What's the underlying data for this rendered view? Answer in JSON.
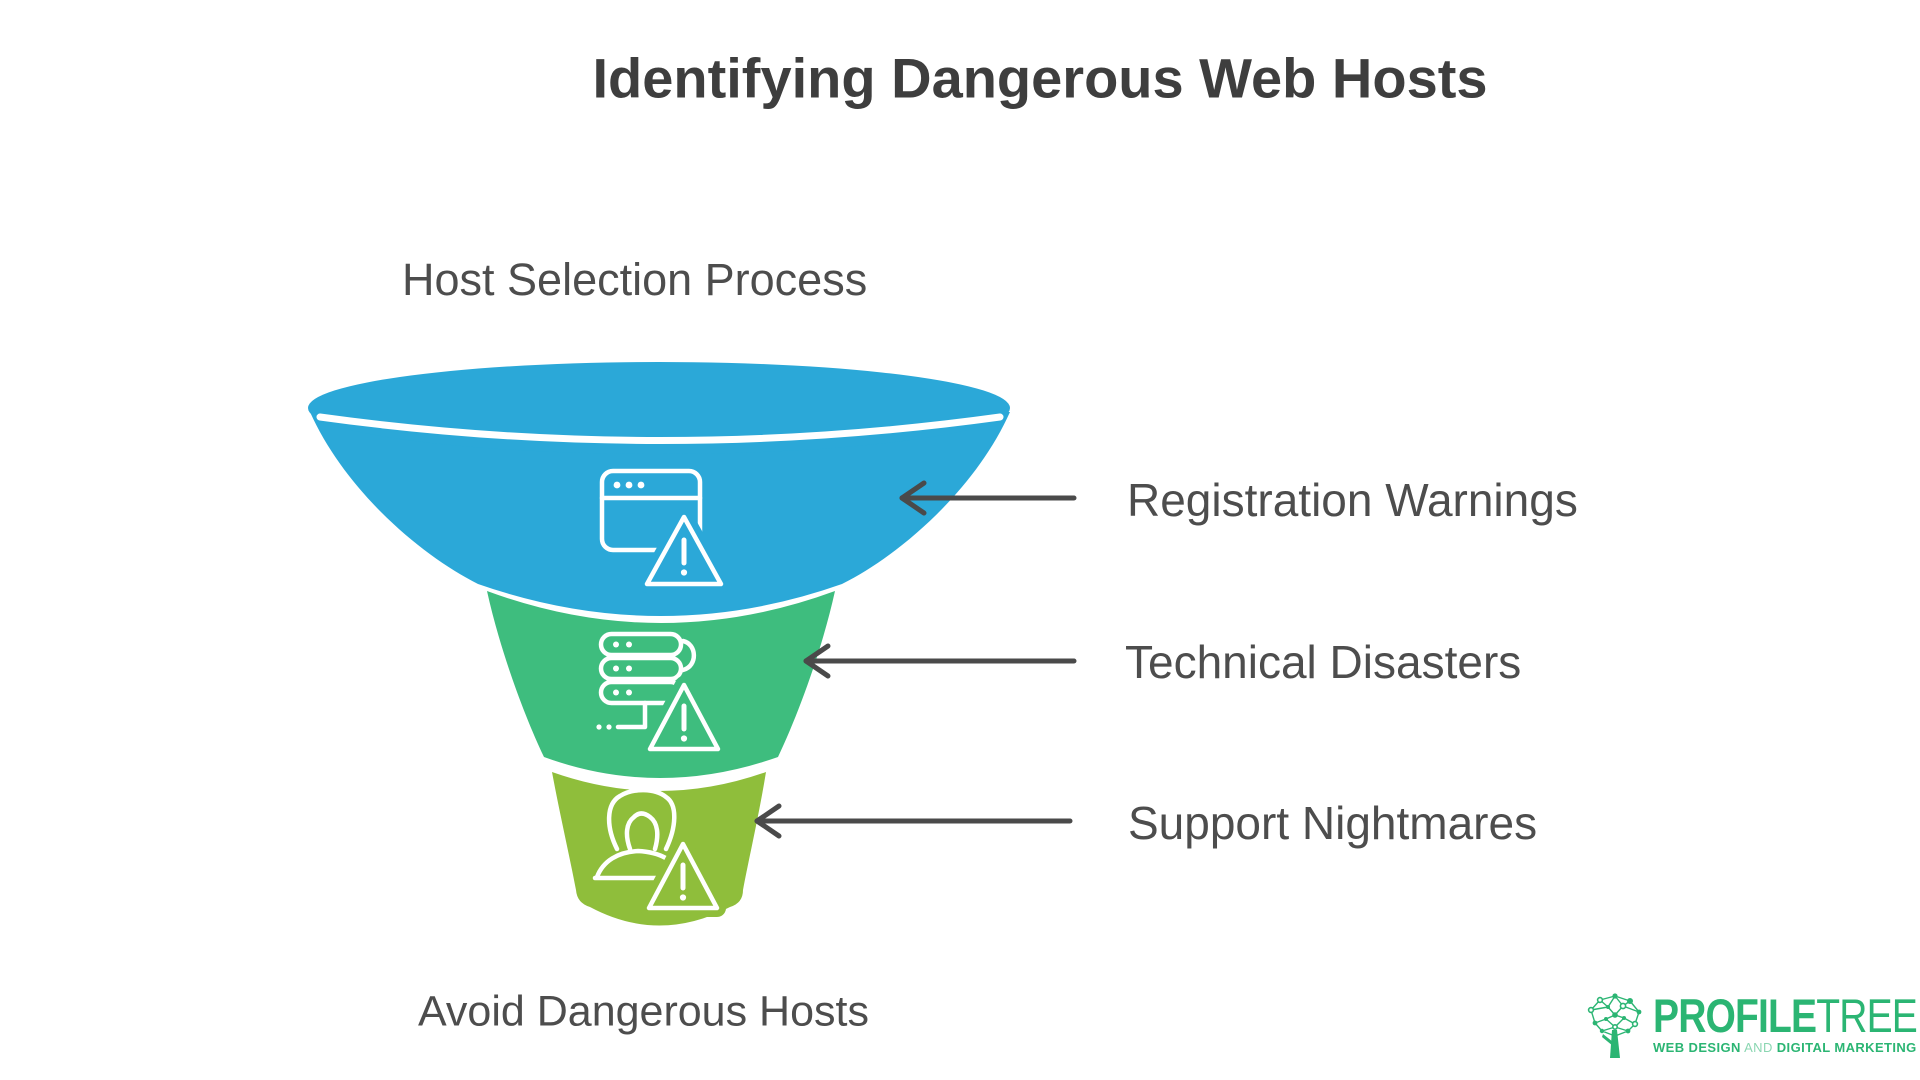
{
  "title": "Identifying Dangerous Web Hosts",
  "funnel": {
    "top_label": "Host Selection Process",
    "bottom_label": "Avoid Dangerous Hosts",
    "stages": [
      {
        "label": "Registration Warnings",
        "icon": "browser-warning-icon"
      },
      {
        "label": "Technical Disasters",
        "icon": "server-warning-icon"
      },
      {
        "label": "Support Nightmares",
        "icon": "support-agent-warning-icon"
      }
    ]
  },
  "logo": {
    "brand_primary": "PROFILE",
    "brand_secondary": "TREE",
    "tagline_web": "WEB DESIGN",
    "tagline_and": " AND ",
    "tagline_digital": "DIGITAL MARKETING"
  },
  "colors": {
    "background": "#ffffff",
    "stage_blue": "#2BA8D8",
    "stage_green": "#3EBD7E",
    "stage_lime": "#8FBE3B",
    "arrow": "#4a4a4a",
    "title_text": "#3e3e3e",
    "label_text": "#4d4d4d",
    "icon_stroke": "#ffffff",
    "logo_green": "#2BB573"
  }
}
